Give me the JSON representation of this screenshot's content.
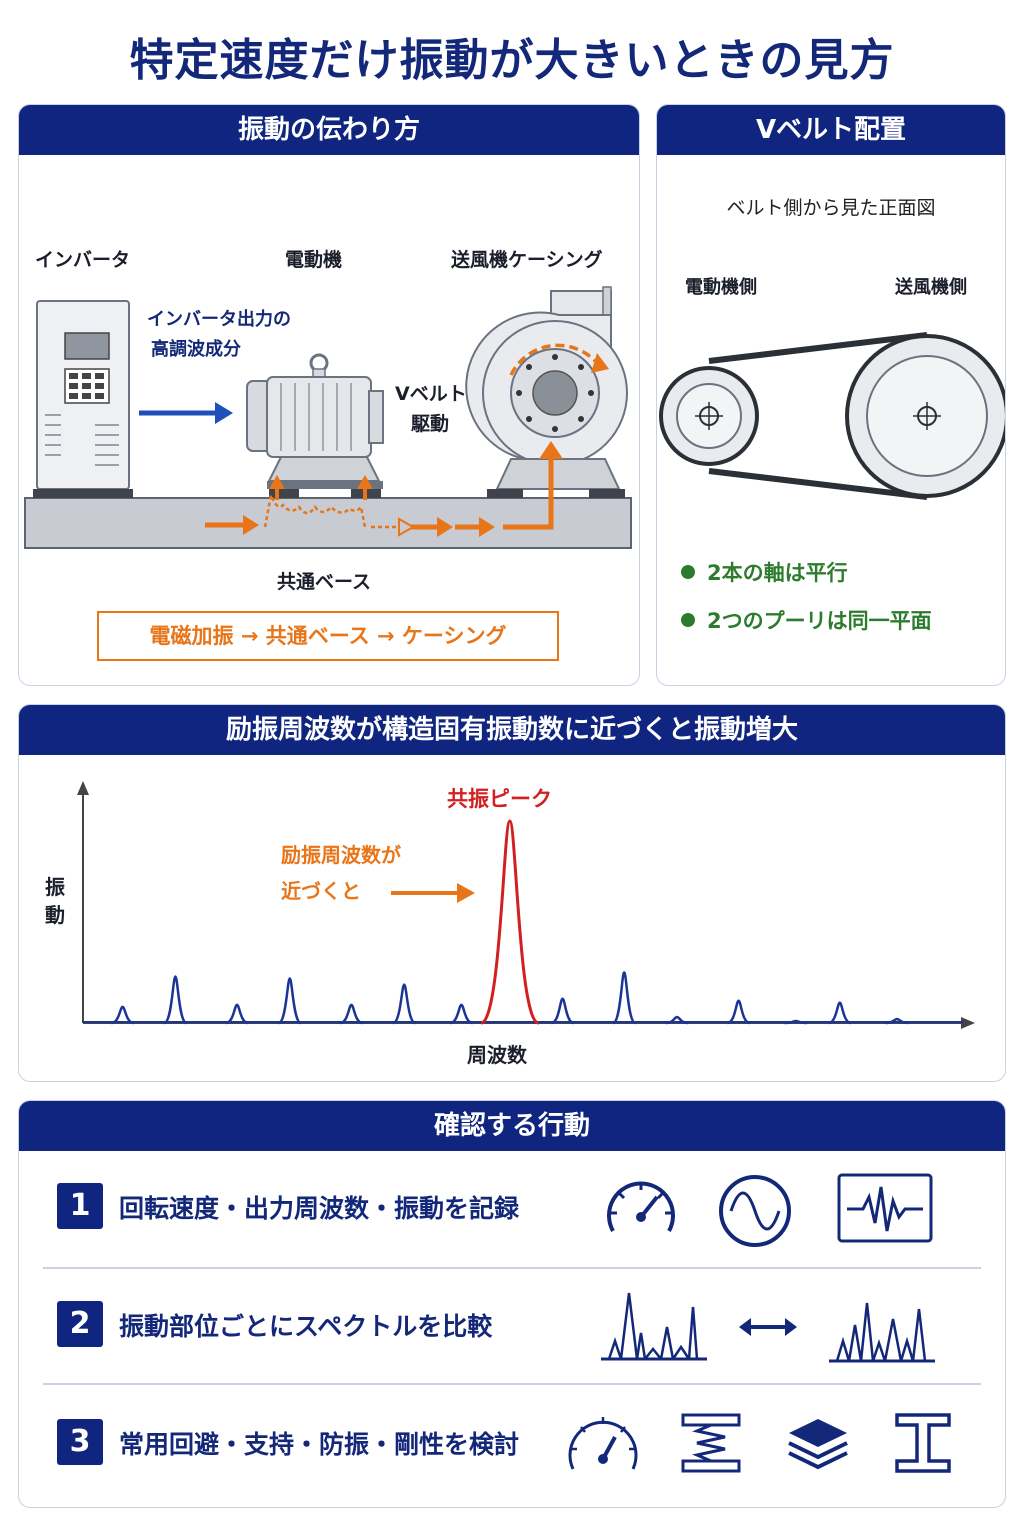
{
  "title": "特定速度だけ振動が大きいときの見方",
  "transmission": {
    "heading": "振動の伝わり方",
    "label_inverter": "インバータ",
    "label_motor": "電動機",
    "label_fan": "送風機ケーシング",
    "harmonic_line1": "インバータ出力の",
    "harmonic_line2": "高調波成分",
    "belt_line1": "Vベルト",
    "belt_line2": "駆動",
    "label_base": "共通ベース",
    "flow": "電磁加振 → 共通ベース → ケーシング"
  },
  "belt": {
    "heading": "Vベルト配置",
    "subtitle": "ベルト側から見た正面図",
    "label_motor_side": "電動機側",
    "label_fan_side": "送風機側",
    "bullets": [
      "2本の軸は平行",
      "2つのプーリは同一平面"
    ]
  },
  "resonance": {
    "heading": "励振周波数が構造固有振動数に近づくと振動増大",
    "peak_label": "共振ピーク",
    "approach_line1": "励振周波数が",
    "approach_line2": "近づくと",
    "ylabel_line1": "振",
    "ylabel_line2": "動",
    "xlabel": "周波数"
  },
  "chart_data": {
    "type": "line",
    "title": "",
    "xlabel": "周波数",
    "ylabel": "振動",
    "x_ticks": false,
    "y_ticks": false,
    "grid": false,
    "xlim": [
      0,
      100
    ],
    "ylim": [
      0,
      100
    ],
    "peaks": [
      {
        "x": 4.5,
        "y": 8,
        "color": "#1a3596"
      },
      {
        "x": 10.5,
        "y": 23,
        "color": "#1a3596"
      },
      {
        "x": 17.5,
        "y": 9,
        "color": "#1a3596"
      },
      {
        "x": 23.5,
        "y": 22,
        "color": "#1a3596"
      },
      {
        "x": 30.5,
        "y": 9,
        "color": "#1a3596"
      },
      {
        "x": 36.5,
        "y": 19,
        "color": "#1a3596"
      },
      {
        "x": 43,
        "y": 9,
        "color": "#1a3596"
      },
      {
        "x": 48.5,
        "y": 100,
        "color": "#d21f1f"
      },
      {
        "x": 54.5,
        "y": 12,
        "color": "#1a3596"
      },
      {
        "x": 61.5,
        "y": 25,
        "color": "#1a3596"
      },
      {
        "x": 67.5,
        "y": 3,
        "color": "#1a3596"
      },
      {
        "x": 74.5,
        "y": 11,
        "color": "#1a3596"
      },
      {
        "x": 81,
        "y": 1,
        "color": "#1a3596"
      },
      {
        "x": 86,
        "y": 10,
        "color": "#1a3596"
      },
      {
        "x": 92.5,
        "y": 2,
        "color": "#1a3596"
      }
    ]
  },
  "actions": {
    "heading": "確認する行動",
    "steps": [
      {
        "num": "1",
        "text": "回転速度・出力周波数・振動を記録"
      },
      {
        "num": "2",
        "text": "振動部位ごとにスペクトルを比較"
      },
      {
        "num": "3",
        "text": "常用回避・支持・防振・剛性を検討"
      }
    ]
  },
  "colors": {
    "navy": "#0f2580",
    "orange": "#e87518",
    "red": "#d21f1f",
    "green": "#2d7b2d",
    "blue_arrow": "#1f4fb8"
  }
}
